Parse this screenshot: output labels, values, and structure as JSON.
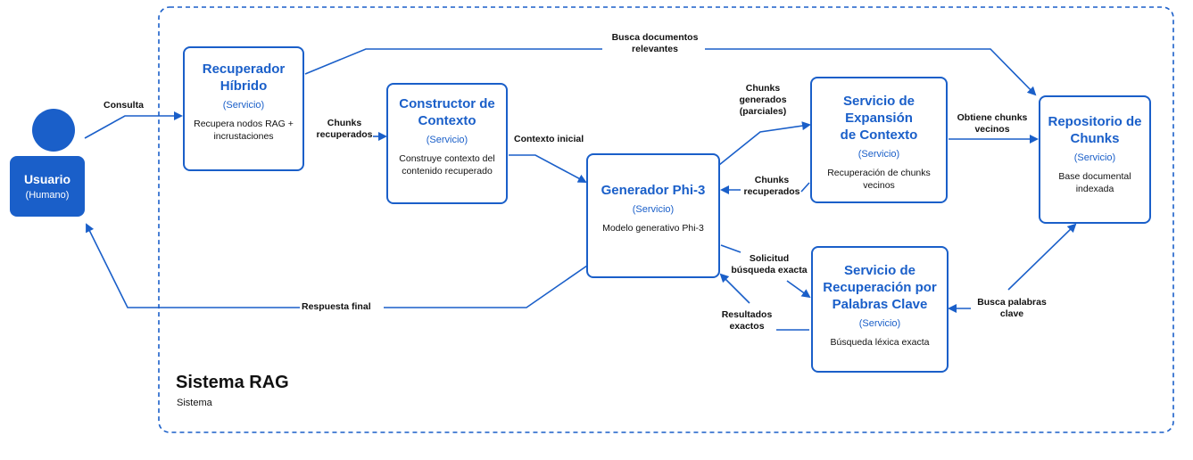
{
  "system": {
    "title": "Sistema RAG",
    "type": "Sistema"
  },
  "user": {
    "name": "Usuario",
    "type": "(Humano)"
  },
  "nodes": {
    "recuperador": {
      "title_line1": "Recuperador",
      "title_line2": "Híbrido",
      "type": "(Servicio)",
      "desc_line1": "Recupera nodos RAG +",
      "desc_line2": "incrustaciones"
    },
    "constructor": {
      "title_line1": "Constructor de",
      "title_line2": "Contexto",
      "type": "(Servicio)",
      "desc_line1": "Construye contexto del",
      "desc_line2": "contenido recuperado"
    },
    "generador": {
      "title": "Generador Phi-3",
      "type": "(Servicio)",
      "desc": "Modelo generativo Phi-3"
    },
    "expansion": {
      "title_line1": "Servicio de Expansión",
      "title_line2": "de Contexto",
      "type": "(Servicio)",
      "desc_line1": "Recuperación de chunks",
      "desc_line2": "vecinos"
    },
    "repositorio": {
      "title_line1": "Repositorio de",
      "title_line2": "Chunks",
      "type": "(Servicio)",
      "desc_line1": "Base documental",
      "desc_line2": "indexada"
    },
    "palabras": {
      "title_line1": "Servicio de",
      "title_line2": "Recuperación por",
      "title_line3": "Palabras Clave",
      "type": "(Servicio)",
      "desc": "Búsqueda léxica exacta"
    }
  },
  "edges": {
    "consulta": "Consulta",
    "busca_docs_1": "Busca documentos",
    "busca_docs_2": "relevantes",
    "chunks_recuperados_1_a": "Chunks",
    "chunks_recuperados_1_b": "recuperados",
    "contexto_inicial": "Contexto inicial",
    "chunks_generados_a": "Chunks",
    "chunks_generados_b": "generados",
    "chunks_generados_c": "(parciales)",
    "chunks_recuperados_2_a": "Chunks",
    "chunks_recuperados_2_b": "recuperados",
    "obtiene_a": "Obtiene chunks",
    "obtiene_b": "vecinos",
    "solicitud_a": "Solicitud",
    "solicitud_b": "búsqueda exacta",
    "resultados_a": "Resultados",
    "resultados_b": "exactos",
    "busca_palabras_a": "Busca palabras",
    "busca_palabras_b": "clave",
    "respuesta_final": "Respuesta final"
  },
  "colors": {
    "accent": "#1a5fc9",
    "text": "#111111",
    "background": "#ffffff"
  }
}
